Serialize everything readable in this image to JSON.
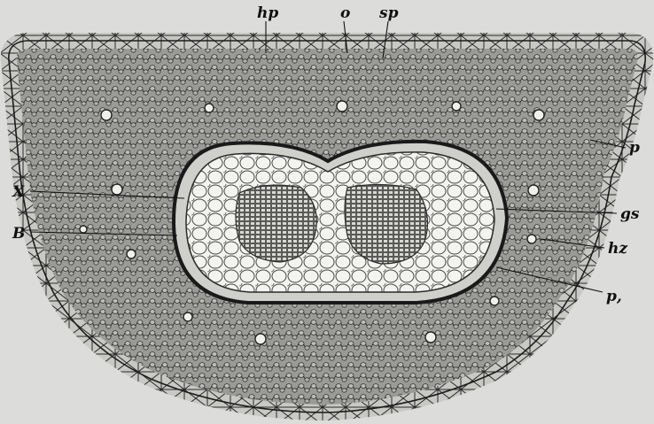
{
  "figure": {
    "labels": {
      "hp": "hp",
      "o": "o",
      "sp": "sp",
      "p": "p",
      "X": "X",
      "gs": "gs",
      "B": "B",
      "hz": "hz",
      "p_prime": "p,"
    }
  },
  "colors": {
    "paper": "#dcdcda",
    "cortex": "#8e8e8c",
    "cell_wall": "#2a2a2a",
    "pith": "#f4f4f1",
    "xylem": "#6f6f6d"
  }
}
